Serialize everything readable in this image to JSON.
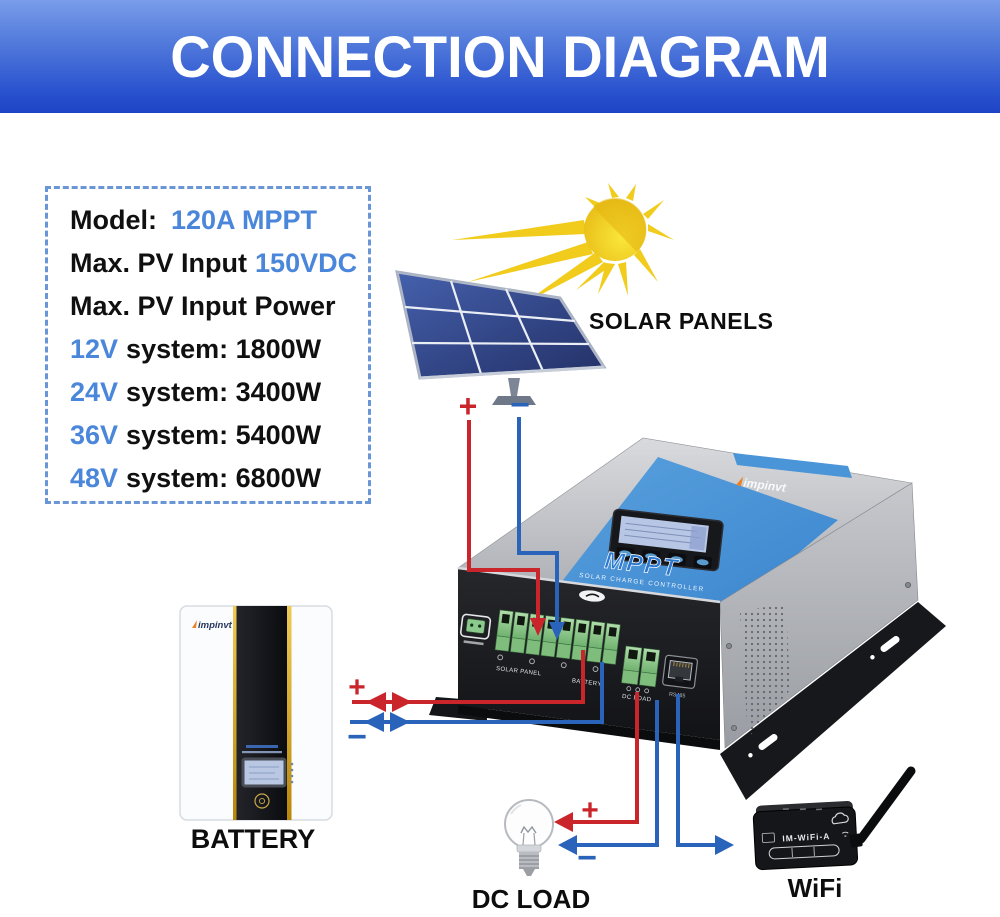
{
  "banner": {
    "title": "CONNECTION DIAGRAM"
  },
  "specs": {
    "model_label": "Model:",
    "model_value": "120A MPPT",
    "pv_input_label": "Max. PV Input",
    "pv_input_value": "150VDC",
    "pv_power_label": "Max. PV Input Power",
    "systems": [
      {
        "voltage": "12V",
        "detail": "system: 1800W"
      },
      {
        "voltage": "24V",
        "detail": "system: 3400W"
      },
      {
        "voltage": "36V",
        "detail": "system: 5400W"
      },
      {
        "voltage": "48V",
        "detail": "system: 6800W"
      }
    ]
  },
  "labels": {
    "solar_panels": "SOLAR PANELS",
    "battery": "BATTERY",
    "dc_load": "DC LOAD",
    "wifi": "WiFi"
  },
  "controller": {
    "brand": "impinvt",
    "display_title": "MPPT",
    "display_subtitle": "SOLAR CHARGE CONTROLLER",
    "terminal_labels": {
      "solar_panel": "SOLAR PANEL",
      "battery": "BATTERY",
      "dc_load": "DC LOAD",
      "comm_port": "RS485"
    }
  },
  "battery_unit": {
    "brand": "impinvt"
  },
  "wifi_module": {
    "model": "IM-WiFi-A"
  },
  "polarity": {
    "plus": "+",
    "minus": "−"
  },
  "colors": {
    "accent_blue": "#4a86d9",
    "wire_red": "#c9252b",
    "wire_blue": "#2a63ba",
    "banner_top": "#6e93e6",
    "banner_bottom": "#1f47c7",
    "panel_blue": "#24357f",
    "strip_blue": "#4793d8"
  }
}
